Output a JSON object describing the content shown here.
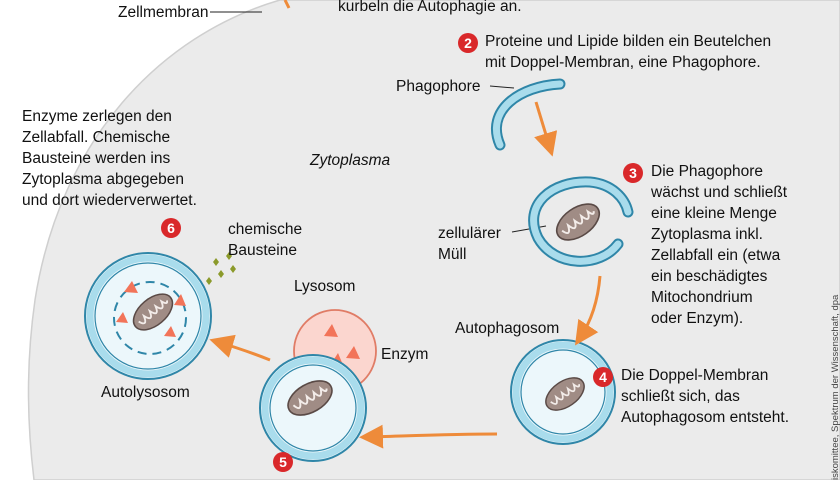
{
  "labels": {
    "cell_membrane": "Zellmembran",
    "cytoplasm": "Zytoplasma",
    "phagophore": "Phagophore",
    "cell_waste_line1": "zellulärer",
    "cell_waste_line2": "Müll",
    "autophagosome": "Autophagosom",
    "lysosome": "Lysosom",
    "enzyme": "Enzym",
    "autolysosome": "Autolysosom",
    "chemical_blocks_line1": "chemische",
    "chemical_blocks_line2": "Bausteine"
  },
  "top_text_partial": "kurbeln die Autophagie an.",
  "steps": {
    "s2": {
      "number": "2",
      "line1": "Proteine und Lipide bilden ein Beutelchen",
      "line2": "mit Doppel-Membran, eine Phagophore."
    },
    "s3": {
      "number": "3",
      "lines": [
        "Die Phagophore",
        "wächst und schließt",
        "eine kleine Menge",
        "Zytoplasma inkl.",
        "Zellabfall ein (etwa",
        "ein beschädigtes",
        "Mitochondrium",
        "oder Enzym)."
      ]
    },
    "s4": {
      "number": "4",
      "lines": [
        "Die Doppel-Membran",
        "schließt sich, das",
        "Autophagosom entsteht."
      ]
    },
    "s5": {
      "number": "5"
    },
    "s6": {
      "number": "6",
      "lines": [
        "Enzyme zerlegen den",
        "Zellabfall. Chemische",
        "Bausteine werden ins",
        "Zytoplasma abgegeben",
        "und dort wiederverwertet."
      ]
    }
  },
  "credit": "iskomittee, Spektrum der Wissenschaft, dpa",
  "colors": {
    "cytoplasm": "#ebebeb",
    "membrane_fill": "#a9dcec",
    "membrane_stroke": "#2f86a8",
    "vesicle_inner": "#ecf7fb",
    "lysosome_fill": "#fbd6cf",
    "lysosome_stroke": "#e07c66",
    "enzyme": "#f27459",
    "arrow": "#ee8b3a",
    "mito_fill": "#a08c85",
    "mito_stroke": "#5a4a46",
    "step_badge": "#d9282a",
    "building_blocks": "#8b9a2a"
  }
}
